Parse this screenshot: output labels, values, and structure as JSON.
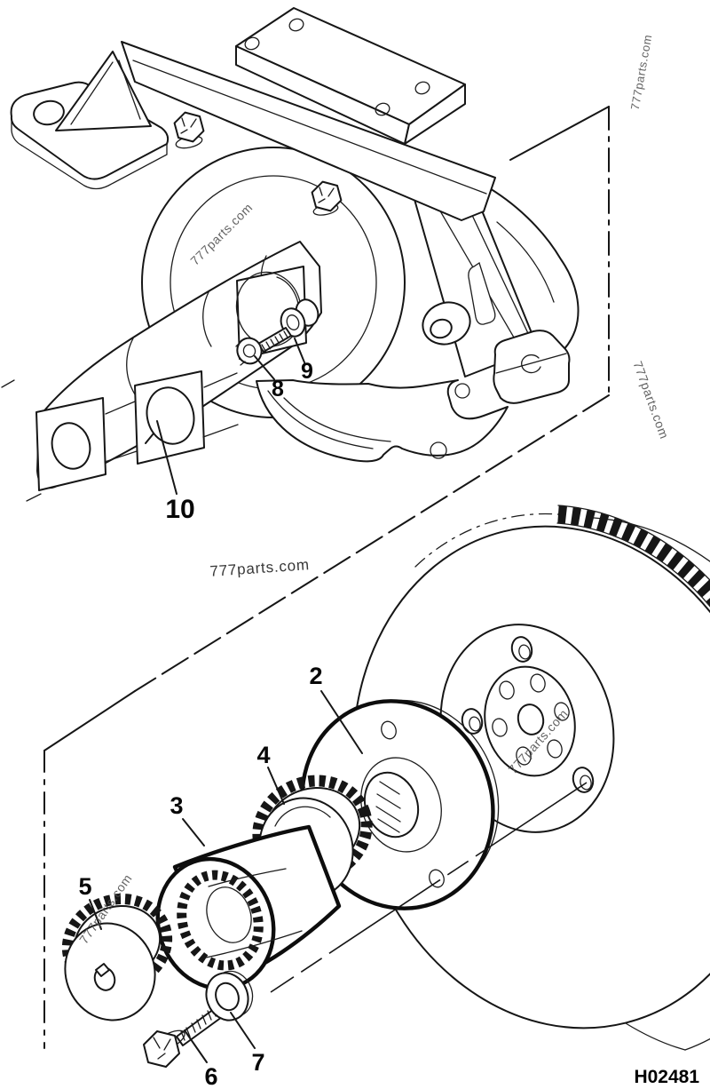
{
  "figure": {
    "drawing_number": "H02481",
    "watermark": "777parts.com"
  },
  "callouts": {
    "c2": "2",
    "c3": "3",
    "c4": "4",
    "c5": "5",
    "c6": "6",
    "c7": "7",
    "c8": "8",
    "c9": "9",
    "c10": "10"
  }
}
